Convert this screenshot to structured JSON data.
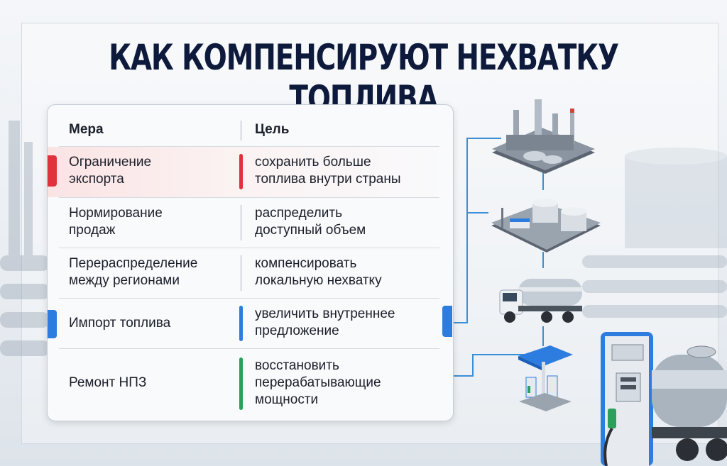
{
  "title": "КАК КОМПЕНСИРУЮТ НЕХВАТКУ ТОПЛИВА",
  "table": {
    "col_measure": "Мера",
    "col_goal": "Цель",
    "rows": [
      {
        "measure_l1": "Ограничение",
        "measure_l2": "экспорта",
        "goal_l1": "сохранить больше",
        "goal_l2": "топлива внутри страны",
        "goal_l3": "",
        "accent": "#e0323c"
      },
      {
        "measure_l1": "Нормирование",
        "measure_l2": "продаж",
        "goal_l1": "распределить",
        "goal_l2": "доступный объем",
        "goal_l3": "",
        "accent": ""
      },
      {
        "measure_l1": "Перераспределение",
        "measure_l2": "между регионами",
        "goal_l1": "компенсировать",
        "goal_l2": "локальную нехватку",
        "goal_l3": "",
        "accent": ""
      },
      {
        "measure_l1": "Импорт топлива",
        "measure_l2": "",
        "goal_l1": "увеличить внутреннее",
        "goal_l2": "предложение",
        "goal_l3": "",
        "accent": "#2d7de0"
      },
      {
        "measure_l1": "Ремонт НПЗ",
        "measure_l2": "",
        "goal_l1": "восстановить",
        "goal_l2": "перерабатывающие",
        "goal_l3": "мощности",
        "accent": "#2aa05a"
      }
    ]
  },
  "illustrations": [
    "refinery-icon",
    "tank-farm-icon",
    "fuel-truck-icon",
    "gas-station-icon",
    "fuel-pump-icon",
    "tanker-trailer-icon"
  ],
  "colors": {
    "title": "#0e1a3b",
    "red": "#e0323c",
    "blue": "#2d7de0",
    "green": "#2aa05a",
    "connector": "#3b8fd6"
  }
}
